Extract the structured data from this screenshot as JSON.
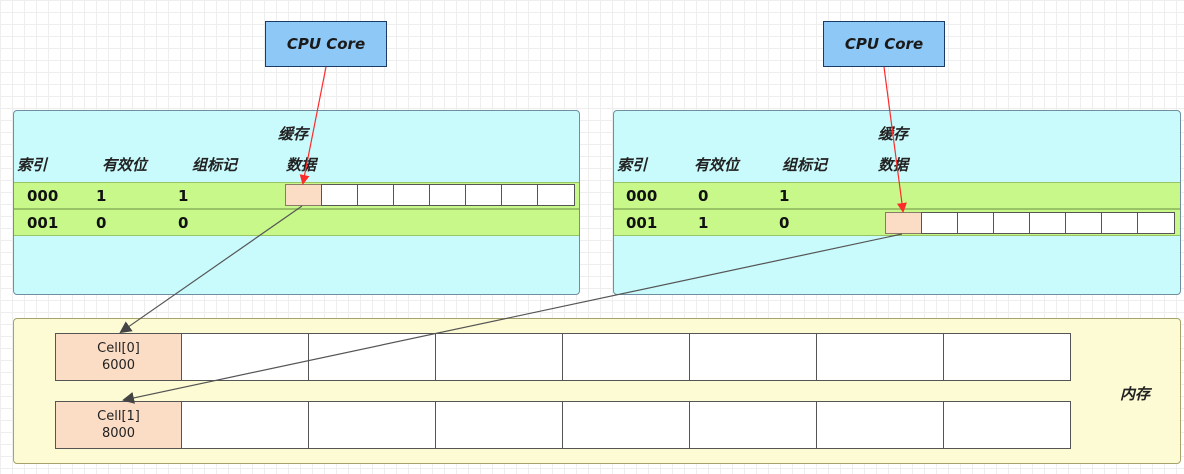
{
  "cpu_cores": [
    {
      "label": "CPU Core"
    },
    {
      "label": "CPU Core"
    }
  ],
  "caches": [
    {
      "title": "缓存",
      "headers": {
        "index": "索引",
        "valid": "有效位",
        "tag": "组标记",
        "data": "数据"
      },
      "rows": [
        {
          "index": "000",
          "valid": "1",
          "tag": "1"
        },
        {
          "index": "001",
          "valid": "0",
          "tag": "0"
        }
      ]
    },
    {
      "title": "缓存",
      "headers": {
        "index": "索引",
        "valid": "有效位",
        "tag": "组标记",
        "data": "数据"
      },
      "rows": [
        {
          "index": "000",
          "valid": "0",
          "tag": "1"
        },
        {
          "index": "001",
          "valid": "1",
          "tag": "0"
        }
      ]
    }
  ],
  "memory": {
    "label": "内存",
    "cells": [
      {
        "name": "Cell[0]",
        "value": "6000"
      },
      {
        "name": "Cell[1]",
        "value": "8000"
      }
    ]
  },
  "colors": {
    "cpu_fill": "#8ec8f7",
    "cache_fill": "#c9fbfd",
    "row_fill": "#c8f88a",
    "highlight_fill": "#fbdcc4",
    "memory_fill": "#fdfbd4",
    "red_arrow": "#ff2a2a",
    "grey_arrow": "#555555"
  }
}
